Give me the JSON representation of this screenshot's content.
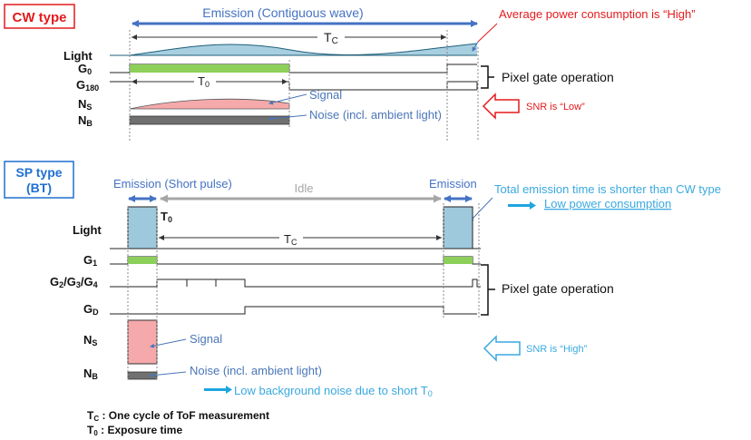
{
  "colors": {
    "red": "#e31a1c",
    "blue": "#1f6fd1",
    "light_blue": "#3aa9e0",
    "wave_fill": "#a8cfe0",
    "pulse_fill": "#9ec9dd",
    "gate_green": "#8ccf5a",
    "signal_pink": "#f5a9ab",
    "noise_gray": "#707070",
    "idle_gray": "#a6a6a6",
    "label_blue": "#4a76b8"
  },
  "cw": {
    "type_label": "CW type",
    "emission_label": "Emission (Contiguous wave)",
    "power_note": "Average power consumption is “High”",
    "tc_main": "T",
    "tc_sub": "C",
    "t0_main": "T",
    "t0_sub": "0",
    "rows": {
      "light": "Light",
      "g0_main": "G",
      "g0_sub": "0",
      "g180_main": "G",
      "g180_sub": "180",
      "ns_main": "N",
      "ns_sub": "S",
      "nb_main": "N",
      "nb_sub": "B"
    },
    "pixel_gate": "Pixel gate operation",
    "signal_label": "Signal",
    "noise_label": "Noise (incl. ambient light)",
    "snr_note": "SNR is “Low”"
  },
  "sp": {
    "type_label_line1": "SP type",
    "type_label_line2": "(BT)",
    "emission_short": "Emission (Short pulse)",
    "idle_label": "Idle",
    "emission_label": "Emission",
    "total_note": "Total emission time is shorter than CW type",
    "low_power": "Low power consumption",
    "t0_main": "T",
    "t0_sub": "0",
    "tc_main": "T",
    "tc_sub": "C",
    "rows": {
      "light": "Light",
      "g1_main": "G",
      "g1_sub": "1",
      "g234_a": "G",
      "g234_a_sub": "2",
      "g234_b": "/G",
      "g234_b_sub": "3",
      "g234_c": "/G",
      "g234_c_sub": "4",
      "gd_main": "G",
      "gd_sub": "D",
      "ns_main": "N",
      "ns_sub": "S",
      "nb_main": "N",
      "nb_sub": "B"
    },
    "pixel_gate": "Pixel gate operation",
    "signal_label": "Signal",
    "noise_label": "Noise (incl. ambient light)",
    "snr_note": "SNR is “High”",
    "low_bg_noise_text": "Low background noise due to short T",
    "low_bg_noise_sub": "0"
  },
  "footnotes": {
    "tc_main": "T",
    "tc_sub": "C",
    "tc_text": " : One cycle of ToF measurement",
    "t0_main": "T",
    "t0_sub": "0",
    "t0_text": " : Exposure time"
  }
}
